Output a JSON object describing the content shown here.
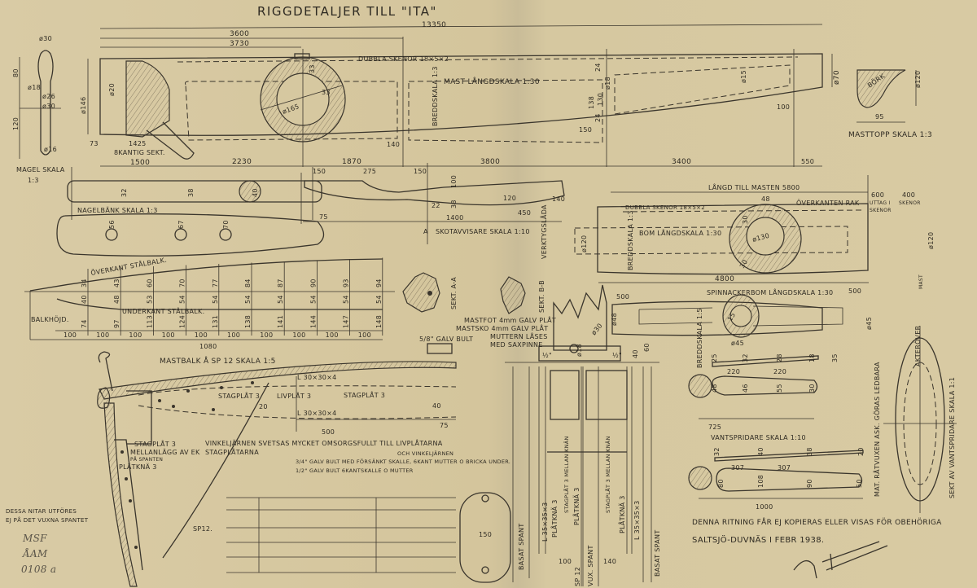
{
  "title": "RIGGDETALJER TILL \"ITA\"",
  "mast": {
    "overall": "13350",
    "d3600": "3600",
    "d3730": "3730",
    "rails": "DUBBLA SKENOR 18×5×2",
    "label": "MAST LÅNGDSKALA 1:30",
    "breadth_scale": "BREDDSKALA 1:3",
    "dia146": "ø146",
    "dia20": "ø20",
    "dia165": "ø165",
    "w33a": "33",
    "w33b": "33",
    "d73": "73",
    "d1425": "1425",
    "octagonal": "8KANTIG SEKT.",
    "d140": "140",
    "bottom_dims": [
      "1500",
      "2230",
      "1870",
      "3800",
      "3400",
      "550"
    ],
    "mid": [
      "24",
      "138",
      "ø18",
      "130",
      "24",
      "150"
    ],
    "dia15": "ø15",
    "dia70": "ø70",
    "d100": "100"
  },
  "masttopp": {
    "label": "MASTTOPP SKALA 1:3",
    "wood": "BÖRK",
    "w": "95",
    "dia": "ø120"
  },
  "magel": {
    "label1": "MAGEL SKALA",
    "label2": "1:3",
    "dims": [
      "ø30",
      "80",
      "ø18",
      "ø26",
      "ø30",
      "120",
      "ø16"
    ]
  },
  "nagelbank": {
    "label": "NAGELBÄNK SKALA 1:3",
    "top": [
      "32",
      "38",
      "40"
    ],
    "bottom": [
      "56",
      "67",
      "70"
    ]
  },
  "skotavvisare": {
    "label": "SKOTAVVISARE SKALA 1:10",
    "toolbox": "VERKTYGSLÅDA",
    "section": "A",
    "dims": [
      "150",
      "275",
      "150",
      "100",
      "22",
      "38",
      "120",
      "140",
      "450",
      "1400",
      "75"
    ]
  },
  "mastbalk": {
    "label": "MASTBALK Å SP 12 SKALA 1:5",
    "top_edge": "ÖVERKANT STÅLBALK.",
    "bottom_edge": "UNDERKANT STÅLBALK.",
    "height": "BALKHÖJD.",
    "upper": [
      "34",
      "43",
      "60",
      "70",
      "77",
      "84",
      "87",
      "90",
      "93",
      "94"
    ],
    "middle": [
      "40",
      "48",
      "53",
      "54",
      "54",
      "54",
      "54",
      "54",
      "54",
      "54"
    ],
    "balk": [
      "74",
      "97",
      "113",
      "124",
      "131",
      "138",
      "141",
      "144",
      "147",
      "148"
    ],
    "spacing": "100",
    "overall": "1080"
  },
  "sections": {
    "a": "SEKT. A-A",
    "b": "SEKT. B-B"
  },
  "mastfot": {
    "line1": "MASTFOT 4mm GALV PLÅT",
    "line2": "MASTSKO 4mm GALV PLÅT",
    "line3": "MUTTERN LÅSES",
    "line4": "MED SAXPINNE",
    "bolt": "5/8\" GALV BULT",
    "dims": [
      "ø30",
      "ø18",
      "40",
      "60",
      "½\"",
      "½\""
    ]
  },
  "bom": {
    "length": "LÅNGD TILL MASTEN 5800",
    "w48": "48",
    "top_straight": "ÖVERKANTEN RAK",
    "d600": "600",
    "uttag": "UTTAG I",
    "skenor": "SKENOR",
    "d400": "400",
    "skenor2": "SKENOR",
    "rails": "DUBBLA SKENOR 18×5×2",
    "label": "BOM LÅNGDSKALA 1:30",
    "breadth_scale": "BREDDSKALA 1:3",
    "dia120a": "ø120",
    "dia120b": "ø120",
    "dia130": "ø130",
    "w30a": "30",
    "w30b": "30",
    "overall": "4800",
    "mast": "MAST"
  },
  "spinnaker": {
    "label": "SPINNACKERBOM LÅNGDSKALA 1:30",
    "breadth_scale": "BREDDSKALA 1:5",
    "d500a": "500",
    "d500b": "500",
    "dia48": "ø48",
    "dia45a": "ø45",
    "dia45b": "ø45",
    "w15": "15"
  },
  "vantspridare": {
    "label": "VANTSPRIDARE SKALA 1:10",
    "upper_top": [
      "25",
      "32",
      "28",
      "18",
      "35"
    ],
    "upper_sp": [
      "220",
      "220"
    ],
    "upper_bot": [
      "48",
      "46",
      "55",
      "30"
    ],
    "upper_len": "725",
    "lower_top": [
      "32",
      "40",
      "38",
      "20"
    ],
    "lower_sp": [
      "307",
      "307"
    ],
    "lower_bot": [
      "80",
      "108",
      "90",
      "50"
    ],
    "lower_len": "1000",
    "material": "MAT. RÅTVUXEN ASK. GÖRAS LEDBARA",
    "section": "SEKT AV VANTSPRIDARE SKALA 1:1",
    "aft": "AKTERÖVER"
  },
  "hull": {
    "angle_top": "L 30×30×4",
    "angle_bot": "L 30×30×4",
    "stag1": "STAGPLÅT 3",
    "liv": "LIVPLÅT 3",
    "stag2": "STAGPLÅT 3",
    "d40": "40",
    "d75": "75",
    "d500": "500",
    "d20": "20",
    "stag3": "STAGPLÅT 3",
    "mellanlagg": "MELLANLÄGG AV EK",
    "pa_spanten": "PÅ SPANTEN",
    "platkna": "PLÅTKNÄ 3",
    "weld1": "VINKELJÄRNEN SVETSAS MYCKET OMSORGSFULLT TILL LIVPLÅTARNA",
    "weld2": "STAGPLÅTARNA",
    "weld3": "OCH VINKELJÄRNEN",
    "bolt1": "3/4\" GALV BULT MED FÖRSÄNKT SKALLE, 6KANT MUTTER O BRICKA UNDER.",
    "bolt2": "1/2\" GALV BULT 6KANTSKALLE O MUTTER",
    "note1": "DESSA NITAR UTFÖRES",
    "note2": "EJ PÅ DET VUXNA SPANTET",
    "sp12": "SP12.",
    "d150": "150"
  },
  "frame": {
    "angle1": "L 35×35×3",
    "angle2": "L 35×35×3",
    "platkna1": "PLÅTKNÄ 3",
    "platkna2": "PLÅTKNÄ 3",
    "platkna3": "PLÅTKNÄ 3",
    "stag1": "STAGPLÅT 3 MELLAN KNÄN",
    "stag2": "STAGPLÅT 3 MELLAN KNÄN",
    "basat1": "BASAT SPANT",
    "basat2": "BASAT SPANT",
    "vux": "VUX. SPANT",
    "sp12": "SP 12",
    "d100": "100",
    "d140": "140"
  },
  "footer": {
    "notice": "DENNA RITNING FÅR EJ KOPIERAS ELLER VISAS FÖR OBEHÖRIGA",
    "place_date": "SALTSJÖ-DUVNÄS I FEBR 1938.",
    "archive1": "MSF",
    "archive2": "ÅAM",
    "archive3": "0108 a"
  }
}
